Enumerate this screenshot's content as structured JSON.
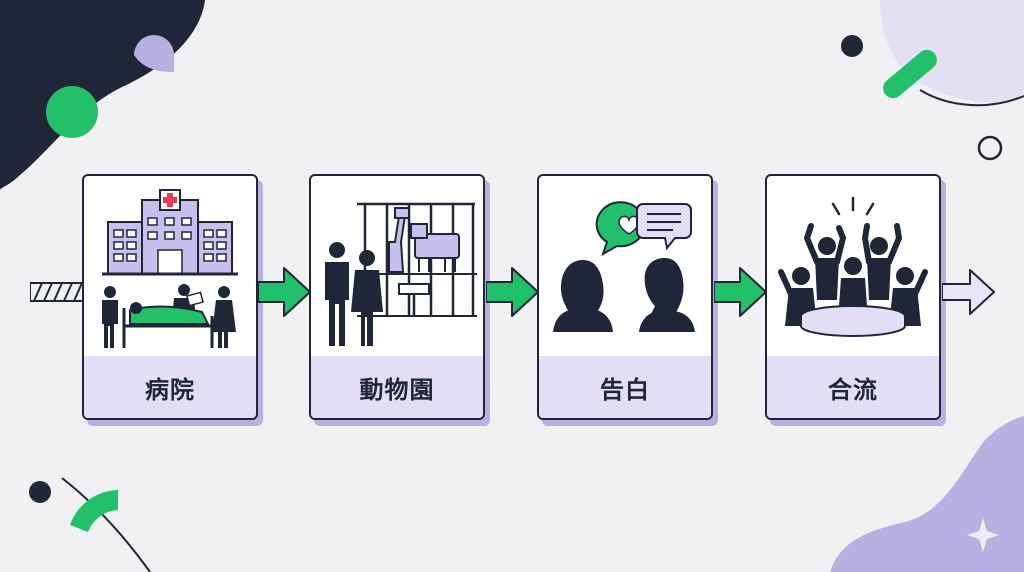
{
  "steps": [
    {
      "label": "病院",
      "icon": "hospital-icon"
    },
    {
      "label": "動物園",
      "icon": "zoo-icon"
    },
    {
      "label": "告白",
      "icon": "confession-icon"
    },
    {
      "label": "合流",
      "icon": "reunion-icon"
    }
  ],
  "colors": {
    "navy": "#1f2638",
    "green": "#22c06b",
    "lavender": "#b8b0e0",
    "label_bg": "#e3ddf6",
    "background": "#f1f1f4"
  }
}
